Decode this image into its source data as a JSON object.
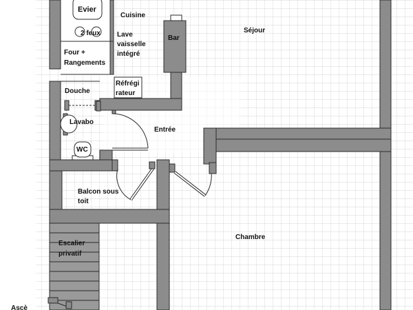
{
  "labels": {
    "evier": "Evier",
    "cuisine": "Cuisine",
    "deux_feux": "2 feux",
    "lave_vaisselle": [
      "Lave",
      "vaisselle",
      "intégré"
    ],
    "bar": "Bar",
    "sejour": "Séjour",
    "four_rangements": [
      "Four +",
      "Rangements"
    ],
    "refrigerateur": [
      "Réfrégi",
      "rateur"
    ],
    "douche": "Douche",
    "lavabo": "Lavabo",
    "entree": "Entrée",
    "wc": "WC",
    "balcon": [
      "Balcon sous",
      "toit"
    ],
    "chambre": "Chambre",
    "escalier": [
      "Escalier",
      "privatif"
    ],
    "ascenseur_partial": "Ascè"
  },
  "colors": {
    "wall": "#8c8c8c",
    "wall_edge": "#2b2b2b",
    "grid": "#c8c8c8",
    "bar_fill": "#8c8c8c",
    "stairs": "#9a9a9a"
  }
}
